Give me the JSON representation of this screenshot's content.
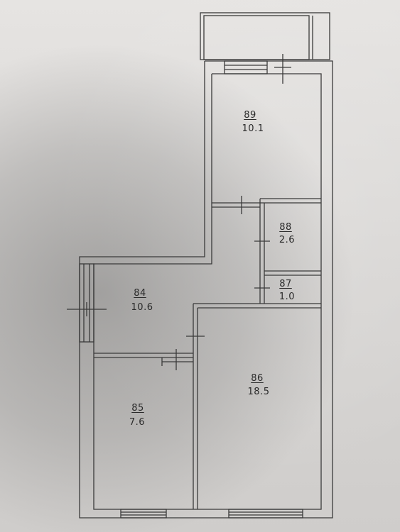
{
  "rooms": [
    {
      "id": "89",
      "number": "89",
      "area": "10.1"
    },
    {
      "id": "88",
      "number": "88",
      "area": "2.6"
    },
    {
      "id": "87",
      "number": "87",
      "area": "1.0"
    },
    {
      "id": "84",
      "number": "84",
      "area": "10.6"
    },
    {
      "id": "86",
      "number": "86",
      "area": "18.5"
    },
    {
      "id": "85",
      "number": "85",
      "area": "7.6"
    }
  ],
  "colors": {
    "line": "#3a3a3a",
    "paper": "#dcdad8"
  }
}
